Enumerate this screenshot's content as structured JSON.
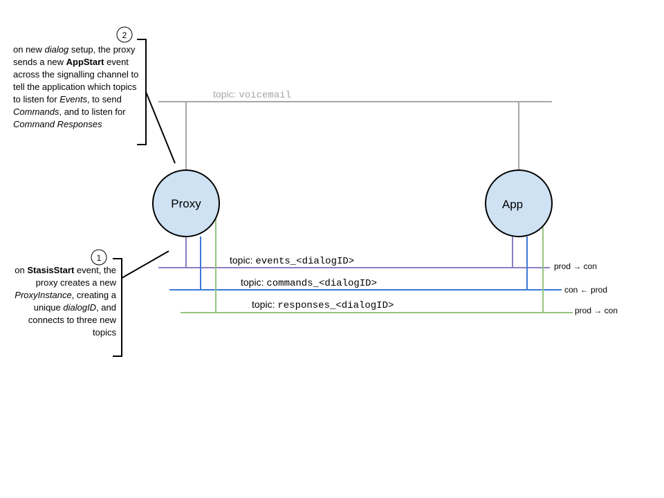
{
  "colors": {
    "voicemail": "#a6a6a6",
    "events": "#8e7cc3",
    "commands": "#3d78d8",
    "responses": "#93c47d",
    "node_fill": "#cfe2f3",
    "node_stroke": "#000000",
    "text": "#000000"
  },
  "nodes": {
    "proxy": {
      "label": "Proxy"
    },
    "app": {
      "label": "App"
    }
  },
  "topics": {
    "voicemail": {
      "prefix": "topic: ",
      "name": "voicemail"
    },
    "events": {
      "prefix": "topic: ",
      "name": "events_<dialogID>",
      "direction": "prod → con"
    },
    "commands": {
      "prefix": "topic: ",
      "name": "commands_<dialogID>",
      "direction": "con ← prod"
    },
    "responses": {
      "prefix": "topic: ",
      "name": "responses_<dialogID>",
      "direction": "prod → con"
    }
  },
  "annotations": {
    "step1": {
      "number": "1",
      "parts": [
        {
          "text": "on ",
          "style": "normal"
        },
        {
          "text": "StasisStart",
          "style": "bold"
        },
        {
          "text": " event, the proxy creates a new ",
          "style": "normal"
        },
        {
          "text": "ProxyInstance",
          "style": "italic"
        },
        {
          "text": ", creating a unique ",
          "style": "normal"
        },
        {
          "text": "dialogID",
          "style": "italic"
        },
        {
          "text": ", and connects to three new topics",
          "style": "normal"
        }
      ]
    },
    "step2": {
      "number": "2",
      "parts": [
        {
          "text": "on new ",
          "style": "normal"
        },
        {
          "text": "dialog",
          "style": "italic"
        },
        {
          "text": " setup, the proxy sends a new ",
          "style": "normal"
        },
        {
          "text": "AppStart",
          "style": "bold"
        },
        {
          "text": " event across the signalling channel to tell the application which topics to listen for ",
          "style": "normal"
        },
        {
          "text": "Events",
          "style": "italic"
        },
        {
          "text": ", to send ",
          "style": "normal"
        },
        {
          "text": "Commands",
          "style": "italic"
        },
        {
          "text": ", and to listen for ",
          "style": "normal"
        },
        {
          "text": "Command Responses",
          "style": "italic"
        }
      ]
    }
  }
}
